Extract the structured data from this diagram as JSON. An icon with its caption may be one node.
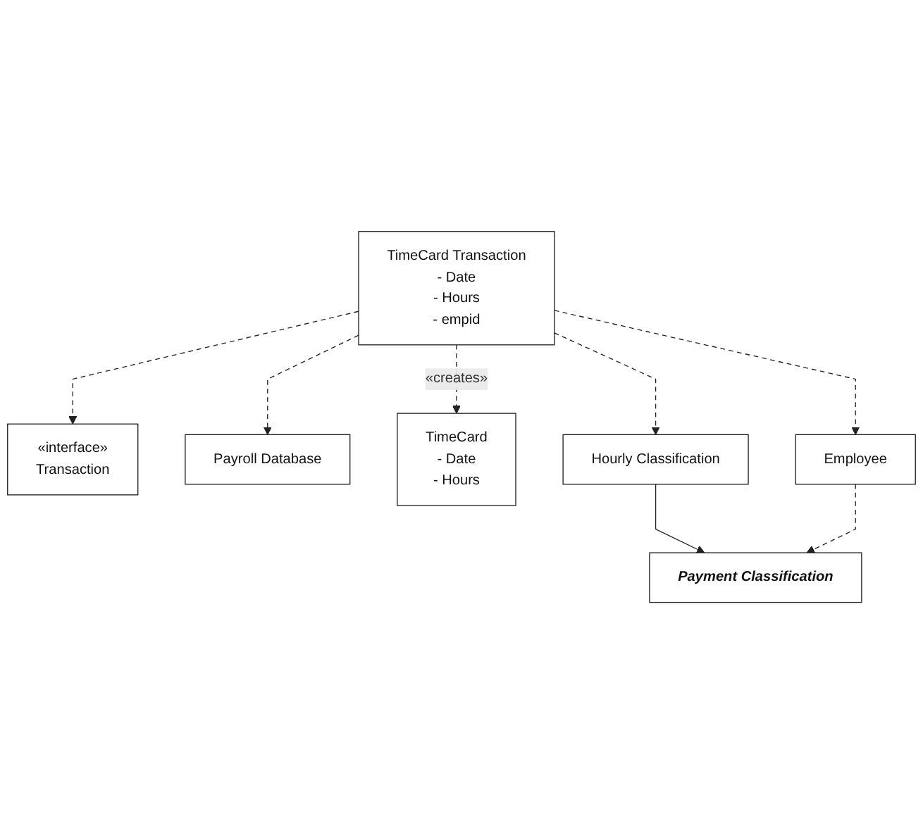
{
  "diagram": {
    "nodes": [
      {
        "text": [
          "«interface»",
          "Transaction"
        ]
      },
      {
        "text": [
          "TimeCard Transaction",
          "- Date",
          "- Hours",
          "- empid"
        ]
      },
      {
        "text": [
          "Payroll Database"
        ]
      },
      {
        "text": [
          "TimeCard",
          "- Date",
          "- Hours"
        ]
      },
      {
        "text": [
          "Employee"
        ]
      },
      {
        "text": [
          "Hourly Classification"
        ]
      },
      {
        "text": [
          "Payment Classification"
        ]
      }
    ],
    "edges": [
      {
        "from": 1,
        "to": 0,
        "arrow": "to",
        "style": "dashed"
      },
      {
        "from": 1,
        "to": 2,
        "arrow": "to",
        "style": "dashed"
      },
      {
        "from": 1,
        "to": 3,
        "arrow": "to",
        "style": "dashed",
        "label": "«creates»"
      },
      {
        "from": 1,
        "to": 4,
        "arrow": "to",
        "style": "dashed"
      },
      {
        "from": 1,
        "to": 5,
        "arrow": "to",
        "style": "dashed"
      },
      {
        "from": 5,
        "to": 6,
        "arrow": "to"
      },
      {
        "from": 4,
        "to": 6,
        "arrow": "to",
        "style": "dashed"
      }
    ]
  }
}
